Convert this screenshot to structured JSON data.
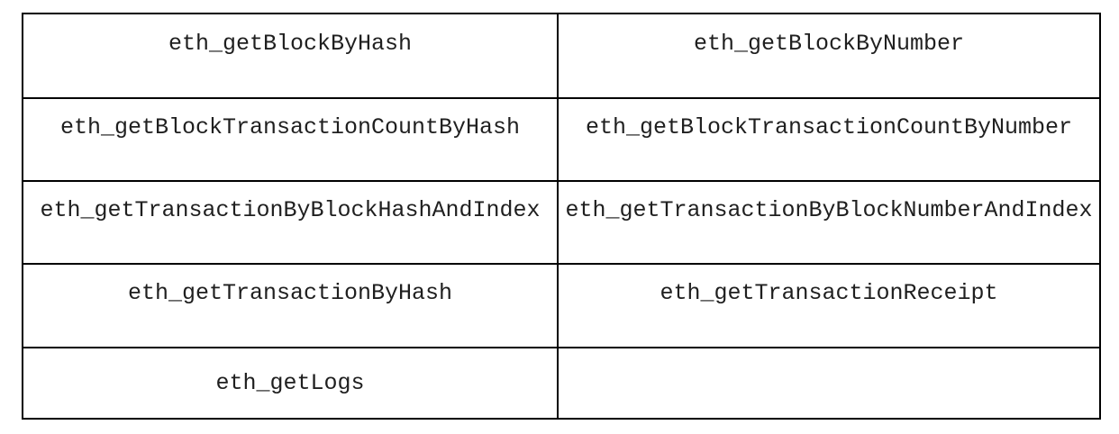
{
  "page": {
    "background_color": "#ffffff"
  },
  "table": {
    "description": "Two-column table listing Ethereum JSON-RPC method names",
    "border_color": "#000000",
    "text_color": "#1f1f1f",
    "rows": [
      {
        "cells": [
          "eth_getBlockByHash",
          "eth_getBlockByNumber"
        ]
      },
      {
        "cells": [
          "eth_getBlockTransactionCountByHash",
          "eth_getBlockTransactionCountByNumber"
        ]
      },
      {
        "cells": [
          "eth_getTransactionByBlockHashAndIndex",
          "eth_getTransactionByBlockNumberAndIndex"
        ]
      },
      {
        "cells": [
          "eth_getTransactionByHash",
          "eth_getTransactionReceipt"
        ]
      },
      {
        "cells": [
          "eth_getLogs",
          ""
        ]
      }
    ]
  }
}
